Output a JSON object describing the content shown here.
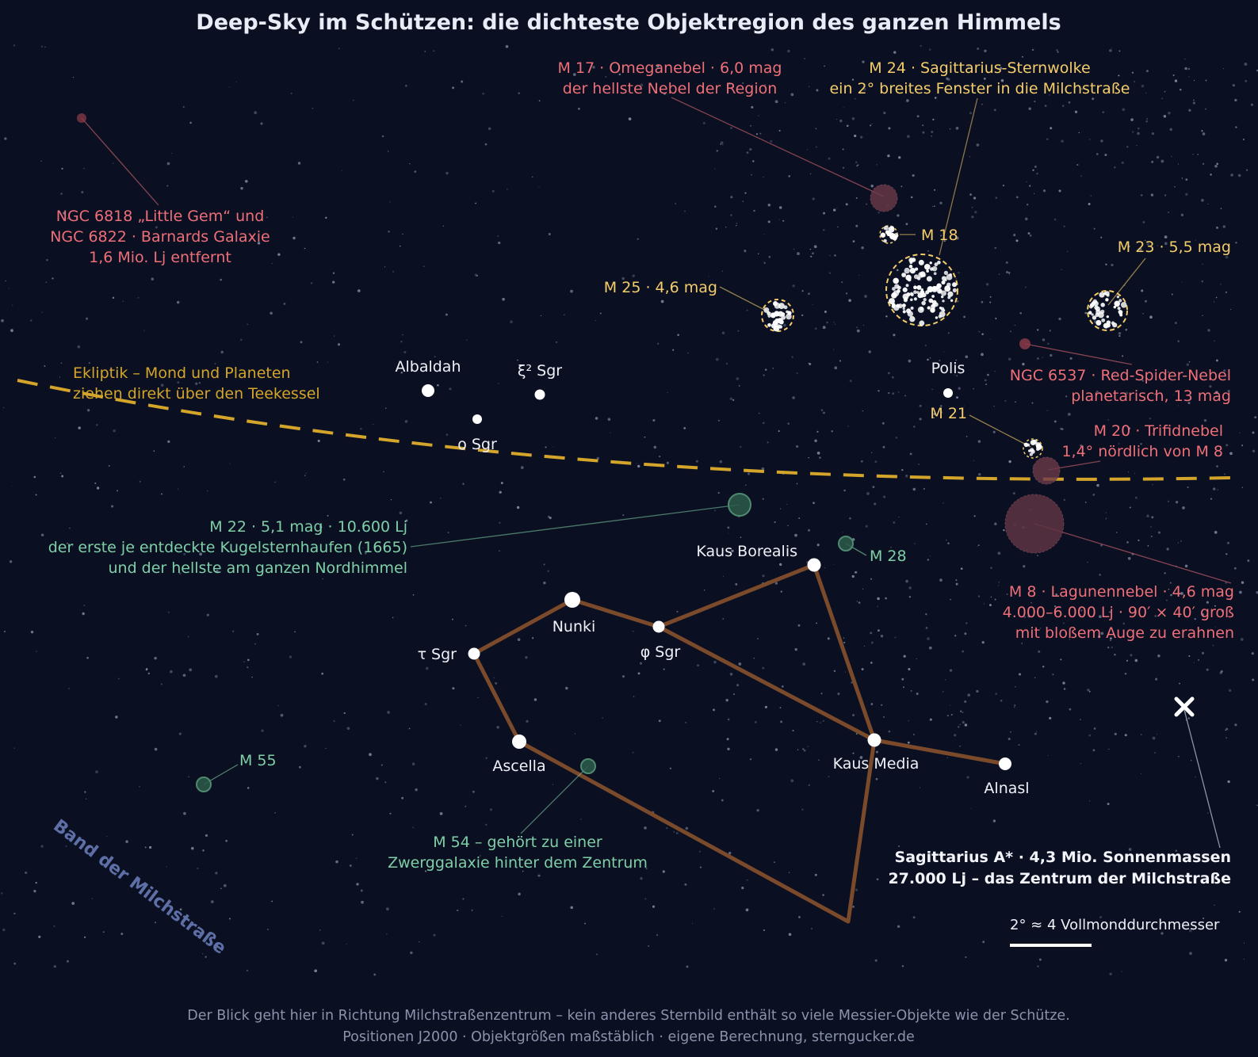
{
  "title": "Deep-Sky im Schützen: die dichteste Objektregion des ganzen Himmels",
  "colors": {
    "background": "#0a1022",
    "constellation_line": "#7a4a2a",
    "nebula": "#ef6f78",
    "open_cluster": "#f5cc6a",
    "globular": "#7fcfa6",
    "ecliptic": "#d4a52a",
    "milky_way_label": "#5d6fa6",
    "footer": "#8a93ab"
  },
  "stars": {
    "albaldah": "Albaldah",
    "xi2": "ξ² Sgr",
    "omicron": "ο Sgr",
    "polis": "Polis",
    "kaus_borealis": "Kaus Borealis",
    "nunki": "Nunki",
    "phi": "φ Sgr",
    "tau": "τ Sgr",
    "ascella": "Ascella",
    "kaus_media": "Kaus Media",
    "alnasl": "Alnasl"
  },
  "objects": {
    "m17": [
      "M 17 · Omeganebel · 6,0 mag",
      "der hellste Nebel der Region"
    ],
    "m24": [
      "M 24 · Sagittarius-Sternwolke",
      "ein 2° breites Fenster in die Milchstraße"
    ],
    "m18": "M 18",
    "m23": "M 23 · 5,5 mag",
    "m25": "M 25 · 4,6 mag",
    "ngc6818": [
      "NGC 6818 „Little Gem“ und",
      "NGC 6822 · Barnards Galaxie",
      "1,6 Mio. Lj entfernt"
    ],
    "ngc6537": [
      "NGC 6537 · Red-Spider-Nebel",
      "planetarisch, 13 mag"
    ],
    "m21": "M 21",
    "m20": [
      "M 20 · Trifidnebel",
      "1,4° nördlich von M 8"
    ],
    "m22": [
      "M 22 · 5,1 mag · 10.600 Lj",
      "der erste je entdeckte Kugelsternhaufen (1665)",
      "und der hellste am ganzen Nordhimmel"
    ],
    "m28": "M 28",
    "m8": [
      "M 8 · Lagunennebel · 4,6 mag",
      "4.000–6.000 Lj · 90′ × 40′ groß",
      "mit bloßem Auge zu erahnen"
    ],
    "m55": "M 55",
    "m54": [
      "M 54 – gehört zu einer",
      "Zwerggalaxie hinter dem Zentrum"
    ],
    "sgr_a": [
      "Sagittarius A* · 4,3 Mio. Sonnenmassen",
      "27.000 Lj – das Zentrum der Milchstraße"
    ]
  },
  "ecliptic": [
    "Ekliptik – Mond und Planeten",
    "ziehen direkt über den Teekessel"
  ],
  "milky_way": "Band der Milchstraße",
  "scale": "2° ≈ 4 Vollmonddurchmesser",
  "footer": [
    "Der Blick geht hier in Richtung Milchstraßenzentrum – kein anderes Sternbild enthält so viele Messier-Objekte wie der Schütze.",
    "Positionen J2000 · Objektgrößen maßstäblich · eigene Berechnung, sterngucker.de"
  ]
}
